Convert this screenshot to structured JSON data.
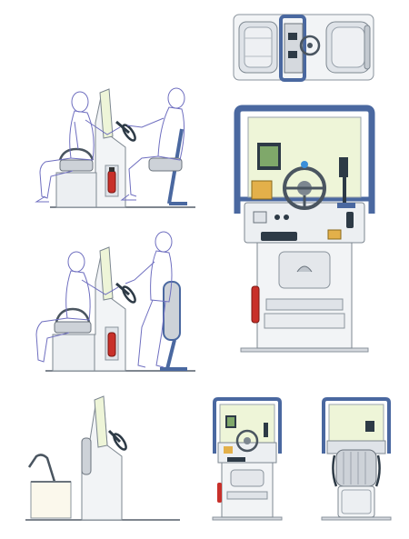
{
  "diagram": {
    "subject": "boat-console-technical-illustrations",
    "colors": {
      "console_white": "#f2f4f6",
      "console_shade": "#d5d9de",
      "frame_blue": "#4a68a0",
      "frame_dark": "#2f4770",
      "windshield": "#eef5d8",
      "mannequin_line": "#6f6fc0",
      "extinguisher_red": "#c8302a",
      "seat_grey": "#cdd2d8",
      "gauge_amber": "#e3b04a",
      "screen_green": "#7fa86a",
      "ground_line": "#555f6a"
    },
    "views": [
      {
        "id": "top-view",
        "icon": "top-view-icon"
      },
      {
        "id": "side-view-seated",
        "icon": "seated-operators-icon"
      },
      {
        "id": "front-view-large",
        "icon": "console-front-icon"
      },
      {
        "id": "side-view-standing",
        "icon": "standing-operator-icon"
      },
      {
        "id": "side-view-empty",
        "icon": "console-side-icon"
      },
      {
        "id": "front-view-small",
        "icon": "console-front-icon"
      },
      {
        "id": "rear-view-small",
        "icon": "console-rear-icon"
      }
    ]
  }
}
